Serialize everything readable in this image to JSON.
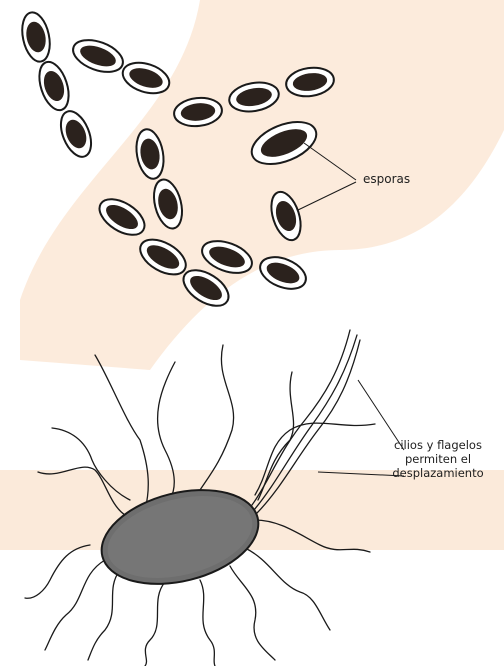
{
  "labels": {
    "spores": "esporas",
    "cilia_lines": [
      "cilios y flagelos",
      "permiten el",
      "desplazamiento"
    ]
  },
  "colors": {
    "background_band": "#fbe8d6",
    "cell_outline": "#1a1a1a",
    "spore_fill": "#2b221d",
    "bacterium_fill": "#6e6e6e"
  }
}
